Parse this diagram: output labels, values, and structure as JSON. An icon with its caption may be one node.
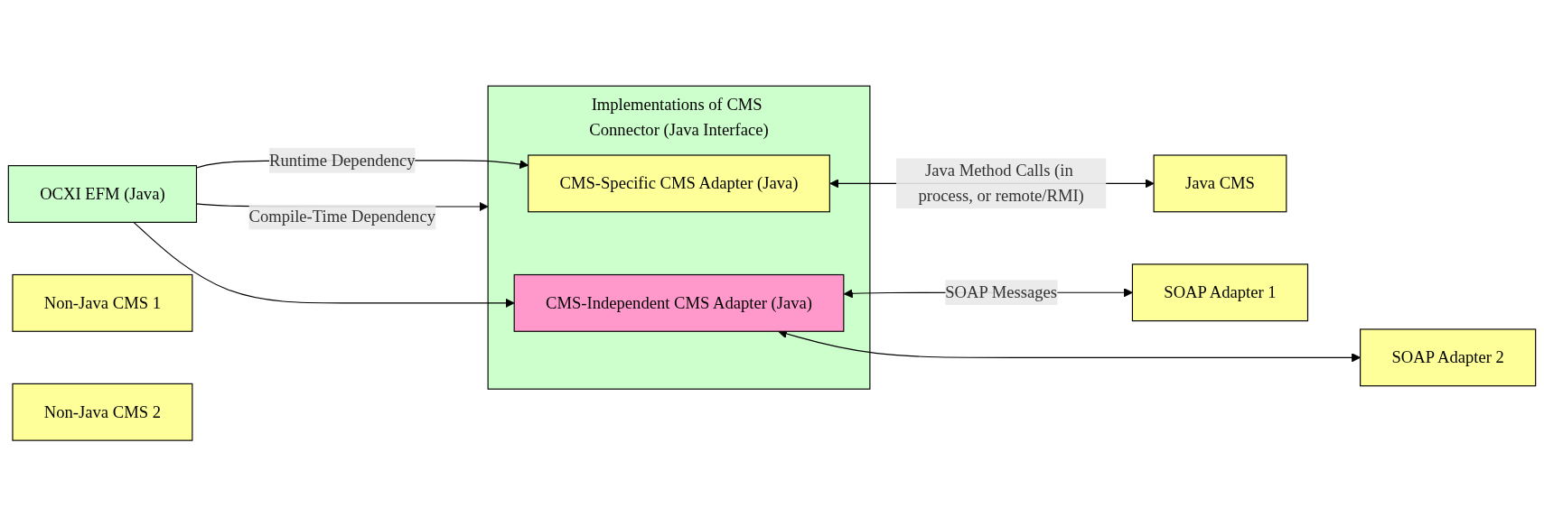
{
  "diagram": {
    "nodes": [
      {
        "text": [
          "OCXI EFM (Java)"
        ]
      },
      {
        "text": [
          "Implementations of CMS Connector (Java Interface)"
        ]
      },
      {
        "text": [
          "CMS-Specific CMS Adapter (Java)"
        ],
        "in": 1
      },
      {
        "text": [
          "CMS-Independent CMS Adapter (Java)"
        ],
        "in": 1
      },
      {
        "text": [
          "Java CMS"
        ]
      },
      {
        "text": [
          "SOAP Adapter 1"
        ]
      },
      {
        "text": [
          "Non-Java CMS 1"
        ]
      },
      {
        "text": [
          "SOAP Adapter 2"
        ]
      },
      {
        "text": [
          "Non-Java CMS 2"
        ]
      }
    ],
    "edges": [
      {
        "from": 0,
        "to": 1,
        "arrow": "to",
        "label": "Compile-Time Dependency"
      },
      {
        "from": 0,
        "to": 2,
        "arrow": "to",
        "label": "Runtime Dependency"
      },
      {
        "from": 0,
        "to": 3,
        "arrow": "to"
      },
      {
        "from": 2,
        "to": 4,
        "arrow": "both",
        "label": "Java Method Calls (in process, or remote/RMI)"
      },
      {
        "from": 3,
        "to": 5,
        "arrow": "both",
        "label": "SOAP Messages"
      },
      {
        "from": 3,
        "to": 7,
        "arrow": "both"
      }
    ]
  }
}
